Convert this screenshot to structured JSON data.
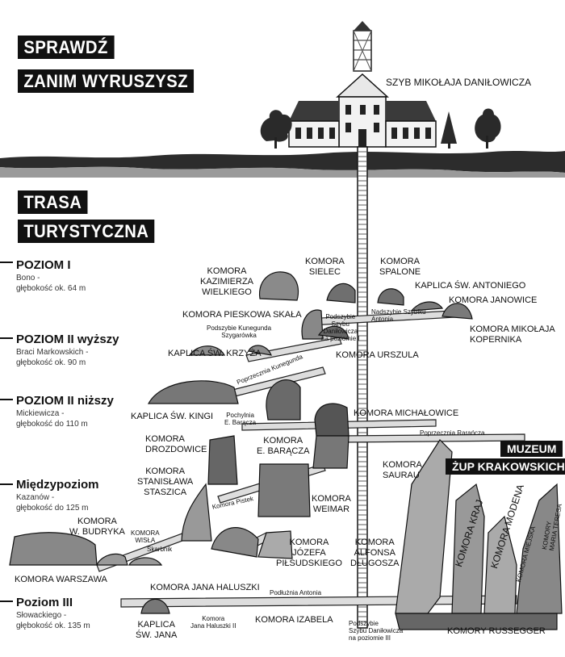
{
  "header": {
    "line1": "SPRAWDŹ",
    "line2": "ZANIM WYRUSZYSZ"
  },
  "trasa": {
    "line1": "TRASA",
    "line2": "TURYSTYCZNA"
  },
  "shaft_label": "SZYB MIKOŁAJA DANIŁOWICZA",
  "levels": [
    {
      "title": "POZIOM I",
      "desc": "Bono -\ngłębokość ok. 64 m"
    },
    {
      "title": "POZIOM II wyższy",
      "desc": "Braci Markowskich -\ngłębokość ok. 90 m"
    },
    {
      "title": "POZIOM II niższy",
      "desc": "Mickiewicza -\ngłębokość do 110 m"
    },
    {
      "title": "Międzypoziom",
      "desc": "Kazanów -\ngłębokość do 125 m"
    },
    {
      "title": "Poziom III",
      "desc": "Słowackiego -\ngłębokość ok. 135 m"
    }
  ],
  "labels": {
    "kazimierza": "KOMORA\nKAZIMIERZA\nWIELKIEGO",
    "sielec": "KOMORA\nSIELEC",
    "spalone": "KOMORA\nSPALONE",
    "antoniego": "KAPLICA ŚW. ANTONIEGO",
    "janowice": "KOMORA JANOWICE",
    "pieskowa": "KOMORA PIESKOWA SKAŁA",
    "podszybie_danilowicza": "Podszybie\nSzybu\nDaniłowicza\nna poziomie I",
    "nadszybie": "Nadszybie Szybiku\nAntonia",
    "kopernika": "KOMORA MIKOŁAJA\nKOPERNIKA",
    "podszybie_kunegunda": "Podszybie Kunegunda\nSzygarówka",
    "krzyza": "KAPLICA ŚW. KRZYŻA",
    "urszula": "KOMORA URSZULA",
    "poprzecznia_kunegunda": "Poprzecznia Kunegunda",
    "kingi": "KAPLICA ŚW. KINGI",
    "pochylnia": "Pochylnia\nE. Barącza",
    "michalowice": "KOMORA MICHAŁOWICE",
    "poprzecznia_raranca": "Poprzecznia Rarańcza",
    "drozdowice": "KOMORA\nDROZDOWICE",
    "baracza": "KOMORA\nE. BARĄCZA",
    "saurau": "KOMORA\nSAURAU",
    "staszica": "KOMORA\nSTANISŁAWA\nSTASZICA",
    "weimar": "KOMORA\nWEIMAR",
    "pistek": "Komora Pistek",
    "budryka": "KOMORA\nW. BUDRYKA",
    "wisla": "KOMORA\nWISŁA",
    "skarbnik": "Skarbnik",
    "pilsudskiego": "KOMORA\nJÓZEFA\nPIŁSUDSKIEGO",
    "dlugosza": "KOMORA\nALFONSA\nDŁUGOSZA",
    "kraj": "KOMORA KRAJ",
    "modena": "KOMORA MODENA",
    "miejska": "KOMORA MIEJSKA",
    "maria_teresa": "KOMORY\nMARIA TERESA",
    "warszawa": "KOMORA WARSZAWA",
    "haluszki": "KOMORA JANA HALUSZKI",
    "podluznia_antonia": "Podłużnia Antonia",
    "jana": "KAPLICA\nŚW. JANA",
    "haluszki_ii": "Komora\nJana Haluszki II",
    "izabela": "KOMORA IZABELA",
    "podszybie_iii": "Podszybie\nSzybu Daniłowicza\nna poziomie III",
    "russegger": "KOMORY RUSSEGGER"
  },
  "muzeum": {
    "line1": "MUZEUM",
    "line2": "ŻUP KRAKOWSKICH"
  },
  "icons": {
    "shaft_building": "shaft-building-icon",
    "tree": "tree-icon"
  }
}
